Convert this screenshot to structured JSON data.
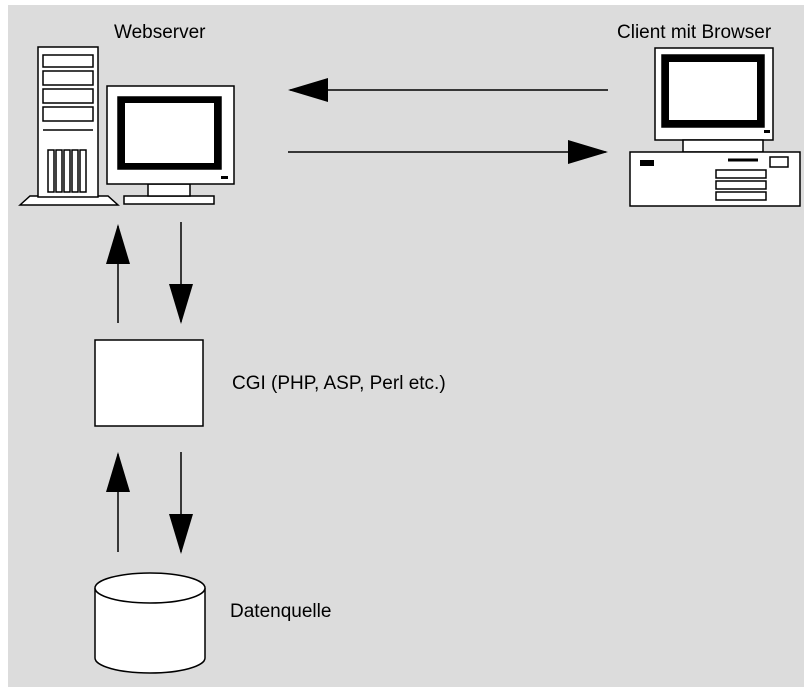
{
  "labels": {
    "webserver": "Webserver",
    "client": "Client mit Browser",
    "cgi": "CGI (PHP, ASP, Perl etc.)",
    "datasource": "Datenquelle"
  },
  "colors": {
    "background": "#dcdcdc",
    "box": "#ffffff",
    "ink": "#000000"
  },
  "icons": {
    "server": "server-tower-icon",
    "server_monitor": "monitor-icon",
    "client": "desktop-computer-icon",
    "database": "database-cylinder-icon"
  }
}
